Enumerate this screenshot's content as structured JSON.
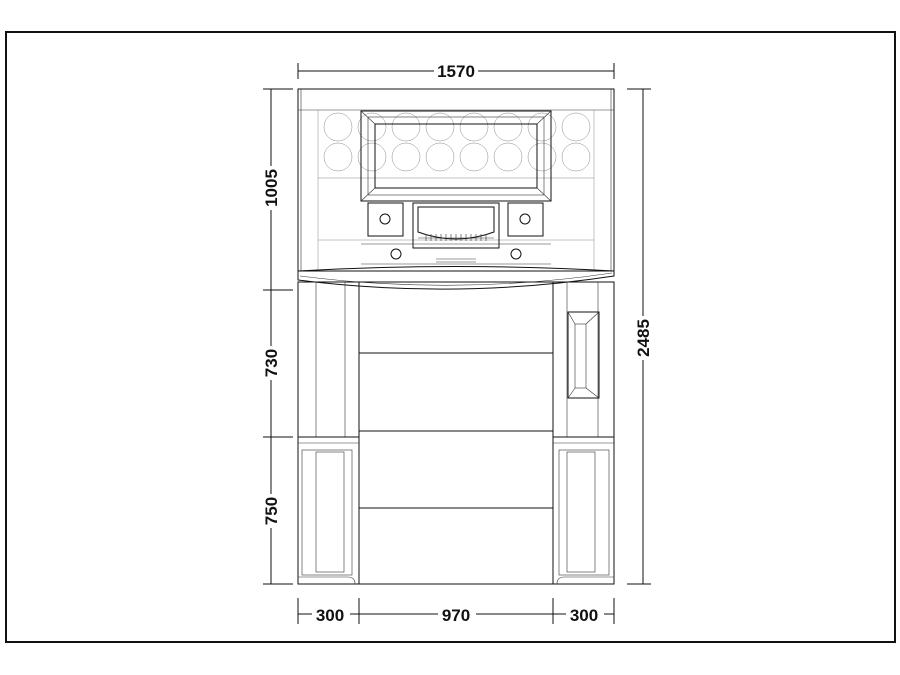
{
  "dimensions": {
    "overall_width": "1570",
    "overall_height": "2485",
    "upper_height": "1005",
    "middle_height": "730",
    "lower_height": "750",
    "left_width": "300",
    "center_width": "970",
    "right_width": "300"
  },
  "colors": {
    "line": "#111111",
    "background": "#ffffff"
  }
}
